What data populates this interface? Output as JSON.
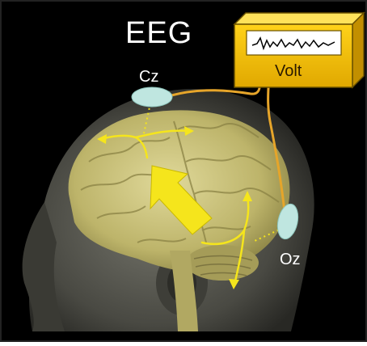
{
  "title": "EEG",
  "electrodes": {
    "top": "Cz",
    "back": "Oz"
  },
  "voltmeter": {
    "label": "Volt"
  },
  "colors": {
    "background": "#000000",
    "brain": "#c9c27a",
    "head": "#5a5a52",
    "wire": "#e6a52a",
    "arrow": "#f5e51c",
    "electrode": "#bfe6e0",
    "voltmeter_body": "#f2c200",
    "voltmeter_screen": "#ffffff"
  }
}
